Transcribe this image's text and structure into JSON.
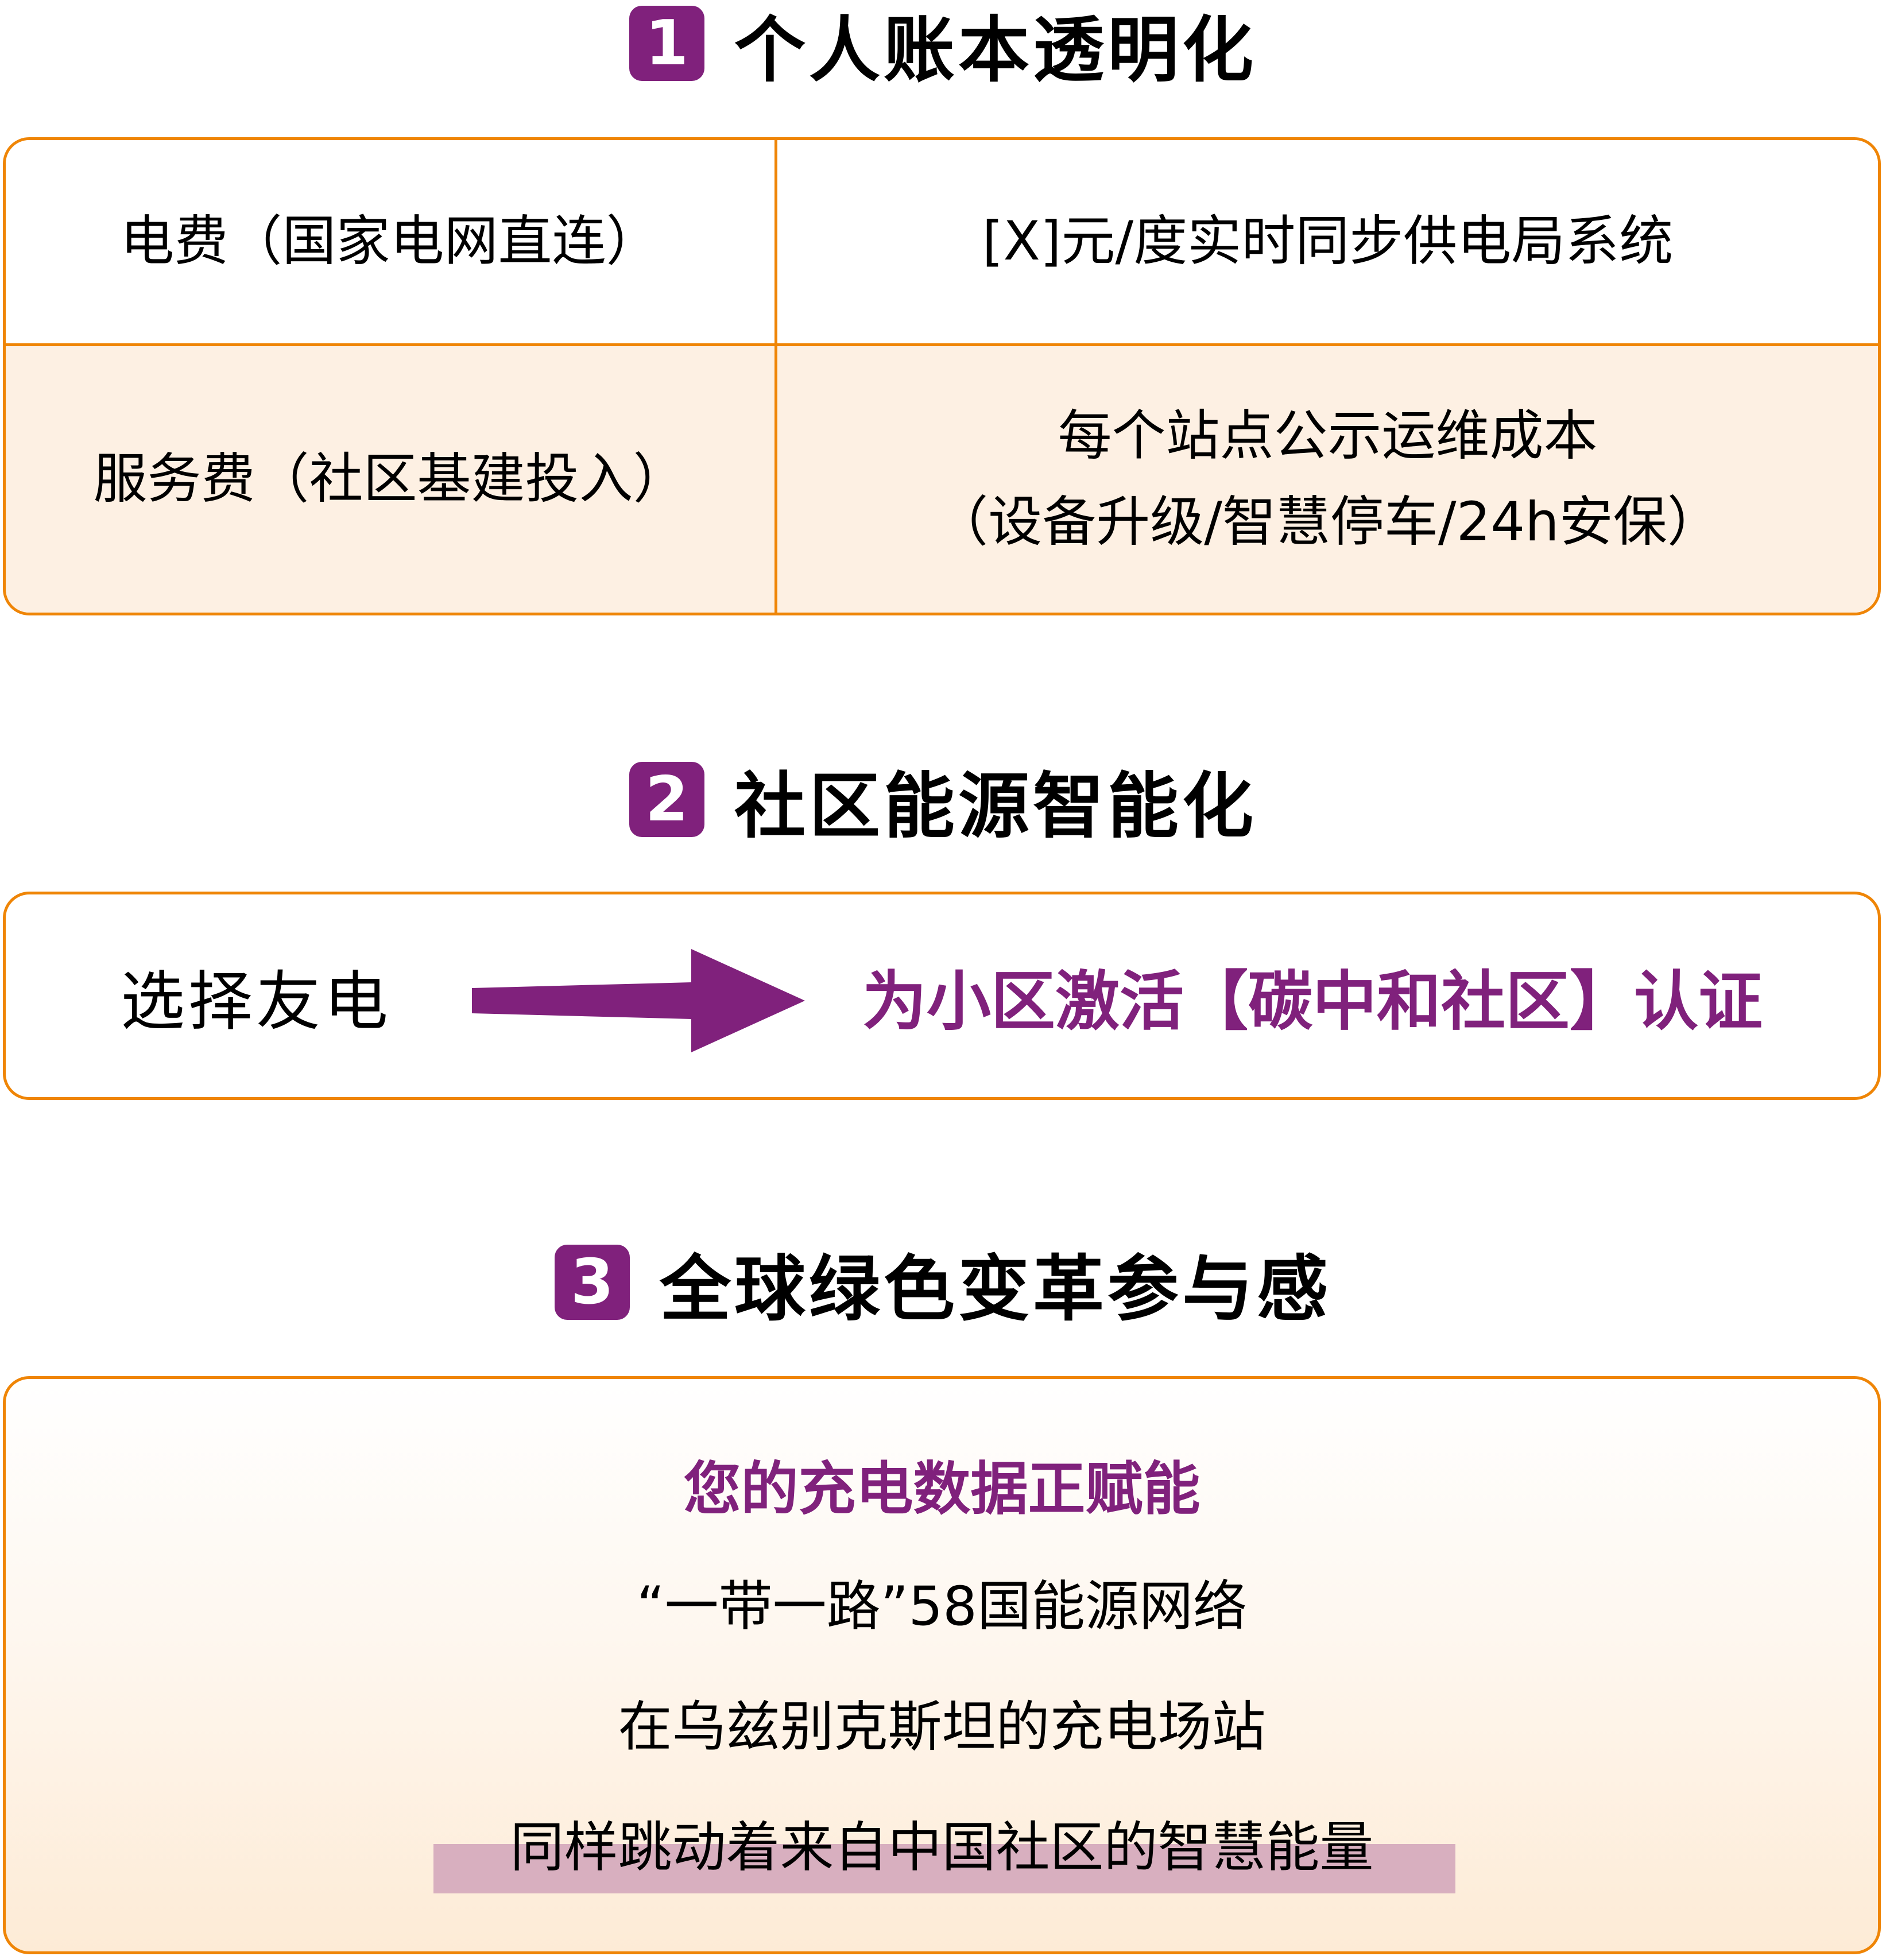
{
  "colors": {
    "accent_purple": "#80217c",
    "border_orange": "#ef8506",
    "row_fill": "#fdf0e3",
    "highlight": "#d8afbf"
  },
  "sections": [
    {
      "number": "1",
      "title": "个人账本透明化",
      "table": {
        "rows": [
          {
            "label": "电费（国家电网直连）",
            "value_lines": [
              "[X]元/度实时同步供电局系统"
            ]
          },
          {
            "label": "服务费（社区基建投入）",
            "value_lines": [
              "每个站点公示运维成本",
              "（设备升级/智慧停车/24h安保）"
            ]
          }
        ]
      }
    },
    {
      "number": "2",
      "title": "社区能源智能化",
      "flow": {
        "from": "选择友电",
        "arrow_icon": "right-arrow-icon",
        "to": "为小区激活【碳中和社区】认证"
      }
    },
    {
      "number": "3",
      "title": "全球绿色变革参与感",
      "heading": "您的充电数据正赋能",
      "lines": [
        "“一带一路”58国能源网络",
        "在乌兹别克斯坦的充电场站",
        "同样跳动着来自中国社区的智慧能量"
      ]
    }
  ]
}
